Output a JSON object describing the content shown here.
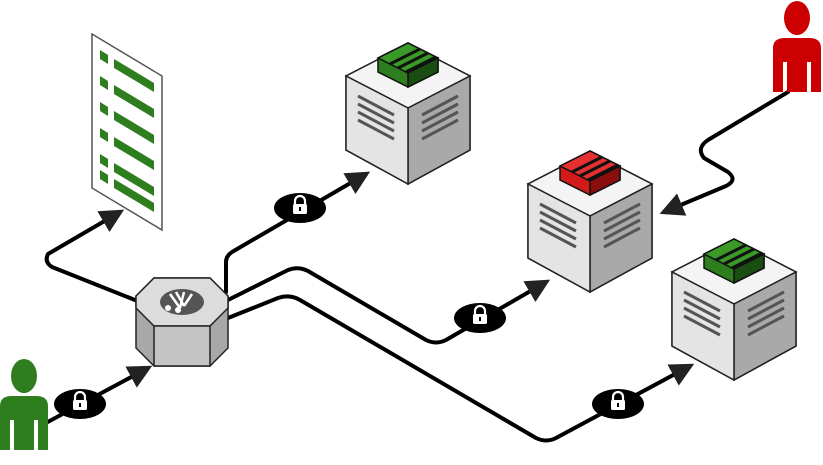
{
  "diagram": {
    "colors": {
      "stroke": "#000000",
      "server_light": "#ececec",
      "server_mid": "#d8d8d8",
      "server_dark": "#a6a6a6",
      "server_lines": "#555555",
      "module_green": "#2e7d1f",
      "module_green_dark": "#1a4d12",
      "module_red": "#d21a1a",
      "module_red_dark": "#8a0e0e",
      "user_allowed": "#2e7d1f",
      "user_blocked": "#cc0000",
      "gateway_light": "#d6d6d6",
      "gateway_dark": "#a8a8a8",
      "gateway_icon": "#555555",
      "list_green": "#2e7d1f"
    },
    "nodes": [
      {
        "id": "user-allowed",
        "kind": "user",
        "status": "allowed",
        "icon": "person-icon"
      },
      {
        "id": "user-blocked",
        "kind": "user",
        "status": "blocked",
        "icon": "person-icon"
      },
      {
        "id": "gateway",
        "kind": "gateway",
        "icon": "gateway-logo-icon"
      },
      {
        "id": "policy-list",
        "kind": "document",
        "icon": "checklist-icon"
      },
      {
        "id": "server-top",
        "kind": "server",
        "status": "allowed",
        "icon": "server-icon"
      },
      {
        "id": "server-middle",
        "kind": "server",
        "status": "blocked",
        "icon": "server-icon"
      },
      {
        "id": "server-bottom",
        "kind": "server",
        "status": "allowed",
        "icon": "server-icon"
      }
    ],
    "connections": [
      {
        "from": "user-allowed",
        "to": "gateway",
        "encrypted": true
      },
      {
        "from": "gateway",
        "to": "policy-list",
        "encrypted": false
      },
      {
        "from": "gateway",
        "to": "server-top",
        "encrypted": true
      },
      {
        "from": "gateway",
        "to": "server-middle",
        "encrypted": true
      },
      {
        "from": "gateway",
        "to": "server-bottom",
        "encrypted": true
      },
      {
        "from": "user-blocked",
        "to": "server-middle",
        "encrypted": false
      }
    ]
  }
}
